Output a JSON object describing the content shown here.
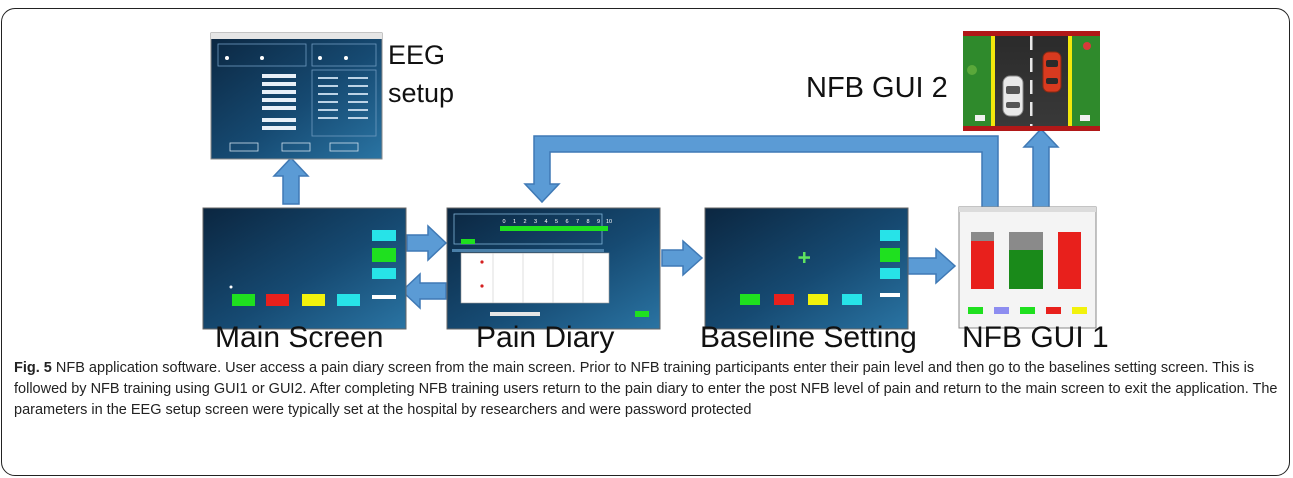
{
  "labels": {
    "eeg_line1": "EEG",
    "eeg_line2": "setup",
    "nfb_gui2": "NFB GUI 2",
    "main_screen": "Main Screen",
    "pain_diary": "Pain Diary",
    "baseline_setting": "Baseline Setting",
    "nfb_gui1": "NFB GUI 1"
  },
  "caption": {
    "fig_label": "Fig. 5",
    "text": "NFB application software. User access a pain diary screen from the main screen. Prior to NFB training participants enter their pain level and then go to the baselines setting screen. This is followed by NFB training using GUI1 or GUI2. After completing NFB training users return to the pain diary to enter the post NFB level of pain and return to the main screen to exit the application. The parameters in the EEG setup screen were typically set at the hospital by researchers and were password protected"
  },
  "pain_diary_screen": {
    "scale": [
      "0",
      "1",
      "2",
      "3",
      "4",
      "5",
      "6",
      "7",
      "8",
      "9",
      "10"
    ]
  },
  "colors": {
    "screen_dark": "#0d2a45",
    "screen_mid": "#1f5b86",
    "arrow_fill": "#5b9bd5",
    "arrow_stroke": "#3f79b5",
    "cyan_button": "#27e3e8",
    "red_button": "#e8201c",
    "green_button": "#1fe01f",
    "yellow_button": "#f2f20c"
  }
}
